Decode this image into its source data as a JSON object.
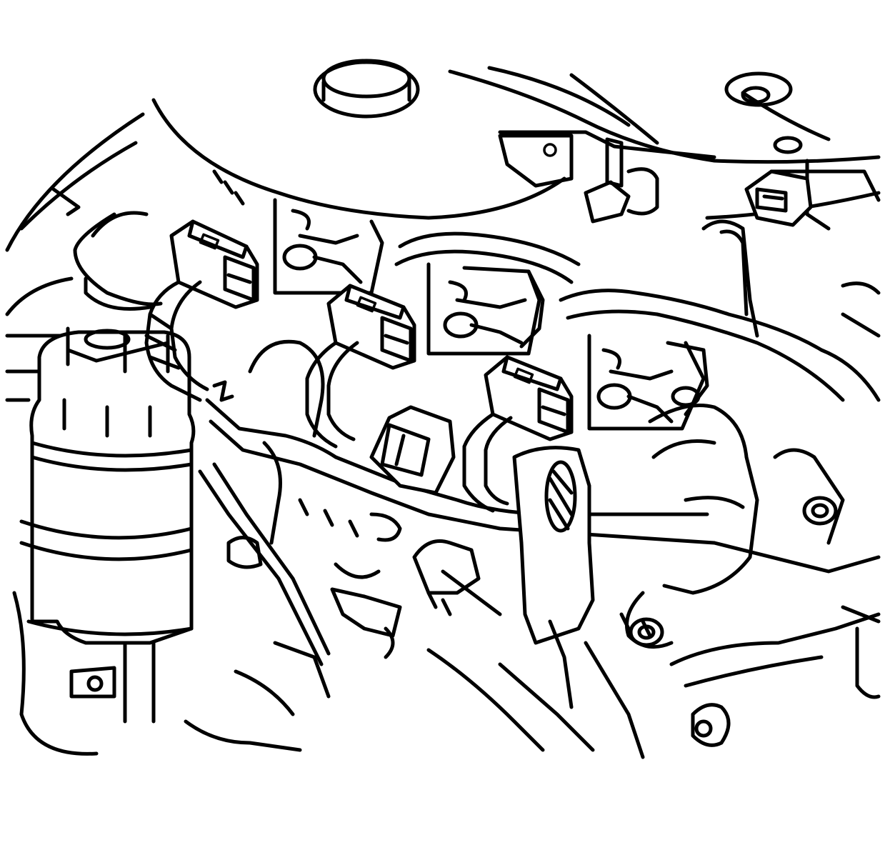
{
  "diagram": {
    "style": "black line-art technical illustration",
    "colors": {
      "line": "#000000",
      "background": "#ffffff"
    },
    "components": [
      {
        "name": "oil-filter-housing",
        "icon": "oil-filter-icon"
      },
      {
        "name": "oil-fill-cap",
        "icon": "cap-icon"
      },
      {
        "name": "ignition-coil-1",
        "icon": "ignition-coil-icon"
      },
      {
        "name": "ignition-coil-2",
        "icon": "ignition-coil-icon"
      },
      {
        "name": "ignition-coil-3",
        "icon": "ignition-coil-icon"
      },
      {
        "name": "ignition-coil-4",
        "icon": "ignition-coil-icon"
      },
      {
        "name": "coil-connector-1",
        "icon": "electrical-connector-icon"
      },
      {
        "name": "coil-connector-2",
        "icon": "electrical-connector-icon"
      },
      {
        "name": "coil-connector-3",
        "icon": "electrical-connector-icon"
      },
      {
        "name": "coil-connector-4",
        "icon": "electrical-connector-icon"
      },
      {
        "name": "wiring-harness",
        "icon": "wire-harness-icon"
      },
      {
        "name": "mounting-bracket",
        "icon": "bracket-icon"
      },
      {
        "name": "sensor-connector",
        "icon": "sensor-connector-icon"
      }
    ]
  }
}
